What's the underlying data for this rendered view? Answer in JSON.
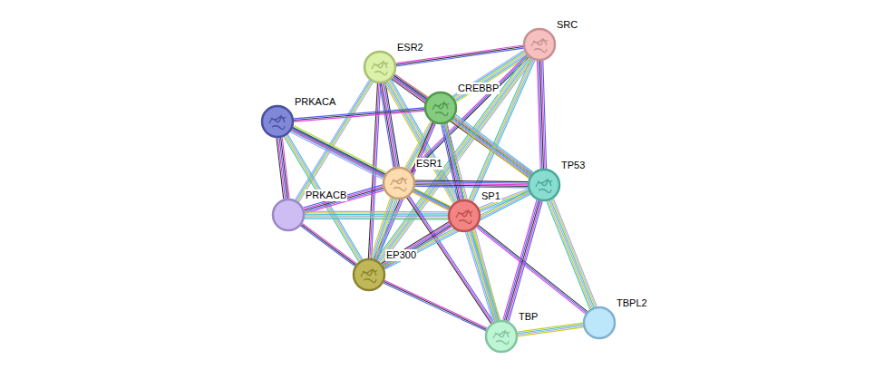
{
  "diagram": {
    "nodes": [
      {
        "text": [
          "ESR2"
        ]
      },
      {
        "text": [
          "SRC"
        ]
      },
      {
        "text": [
          "CREBBP"
        ]
      },
      {
        "text": [
          "PRKACA"
        ]
      },
      {
        "text": [
          "ESR1"
        ]
      },
      {
        "text": [
          "PRKACB"
        ]
      },
      {
        "text": [
          "SP1"
        ]
      },
      {
        "text": [
          "TP53"
        ]
      },
      {
        "text": [
          "EP300"
        ]
      },
      {
        "text": [
          "TBP"
        ]
      },
      {
        "text": [
          "TBPL2"
        ]
      }
    ],
    "edges": [
      {
        "from": 0,
        "to": 1,
        "arrow": "none"
      },
      {
        "from": 0,
        "to": 2,
        "arrow": "none"
      },
      {
        "from": 0,
        "to": 4,
        "arrow": "none"
      },
      {
        "from": 0,
        "to": 6,
        "arrow": "none"
      },
      {
        "from": 0,
        "to": 8,
        "arrow": "none"
      },
      {
        "from": 0,
        "to": 5,
        "arrow": "none"
      },
      {
        "from": 0,
        "to": 7,
        "arrow": "none"
      },
      {
        "from": 1,
        "to": 2,
        "arrow": "none"
      },
      {
        "from": 1,
        "to": 4,
        "arrow": "none"
      },
      {
        "from": 1,
        "to": 6,
        "arrow": "none"
      },
      {
        "from": 1,
        "to": 7,
        "arrow": "none"
      },
      {
        "from": 1,
        "to": 8,
        "arrow": "none"
      },
      {
        "from": 2,
        "to": 3,
        "arrow": "none"
      },
      {
        "from": 2,
        "to": 4,
        "arrow": "none"
      },
      {
        "from": 2,
        "to": 6,
        "arrow": "none"
      },
      {
        "from": 2,
        "to": 7,
        "arrow": "none"
      },
      {
        "from": 2,
        "to": 8,
        "arrow": "none"
      },
      {
        "from": 2,
        "to": 9,
        "arrow": "none"
      },
      {
        "from": 3,
        "to": 5,
        "arrow": "none"
      },
      {
        "from": 3,
        "to": 4,
        "arrow": "none"
      },
      {
        "from": 3,
        "to": 6,
        "arrow": "none"
      },
      {
        "from": 3,
        "to": 8,
        "arrow": "none"
      },
      {
        "from": 5,
        "to": 4,
        "arrow": "none"
      },
      {
        "from": 5,
        "to": 6,
        "arrow": "none"
      },
      {
        "from": 5,
        "to": 8,
        "arrow": "none"
      },
      {
        "from": 4,
        "to": 6,
        "arrow": "none"
      },
      {
        "from": 4,
        "to": 7,
        "arrow": "none"
      },
      {
        "from": 4,
        "to": 8,
        "arrow": "none"
      },
      {
        "from": 4,
        "to": 9,
        "arrow": "none"
      },
      {
        "from": 6,
        "to": 7,
        "arrow": "none"
      },
      {
        "from": 6,
        "to": 8,
        "arrow": "none"
      },
      {
        "from": 6,
        "to": 9,
        "arrow": "none"
      },
      {
        "from": 6,
        "to": 10,
        "arrow": "none"
      },
      {
        "from": 7,
        "to": 8,
        "arrow": "none"
      },
      {
        "from": 7,
        "to": 9,
        "arrow": "none"
      },
      {
        "from": 7,
        "to": 10,
        "arrow": "none"
      },
      {
        "from": 8,
        "to": 9,
        "arrow": "none"
      },
      {
        "from": 9,
        "to": 10,
        "arrow": "none"
      }
    ]
  }
}
